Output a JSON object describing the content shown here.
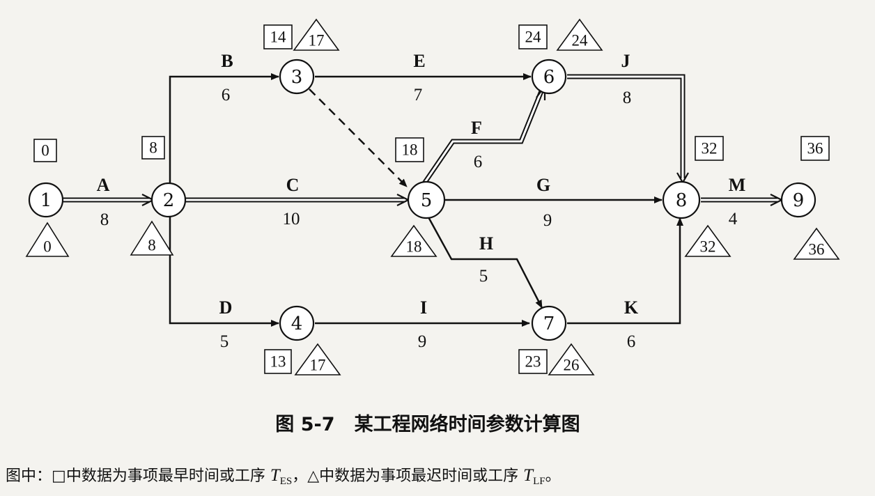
{
  "nodes": [
    {
      "id": "1",
      "label": "1",
      "es": "0",
      "lf": "0"
    },
    {
      "id": "2",
      "label": "2",
      "es": "8",
      "lf": "8"
    },
    {
      "id": "3",
      "label": "3",
      "es": "14",
      "lf": "17"
    },
    {
      "id": "4",
      "label": "4",
      "es": "13",
      "lf": "17"
    },
    {
      "id": "5",
      "label": "5",
      "es": "18",
      "lf": "18"
    },
    {
      "id": "6",
      "label": "6",
      "es": "24",
      "lf": "24"
    },
    {
      "id": "7",
      "label": "7",
      "es": "23",
      "lf": "26"
    },
    {
      "id": "8",
      "label": "8",
      "es": "32",
      "lf": "32"
    },
    {
      "id": "9",
      "label": "9",
      "es": "36",
      "lf": "36"
    }
  ],
  "activities": [
    {
      "name": "A",
      "duration": "8",
      "from": "1",
      "to": "2",
      "critical": true
    },
    {
      "name": "B",
      "duration": "6",
      "from": "2",
      "to": "3",
      "critical": false
    },
    {
      "name": "C",
      "duration": "10",
      "from": "2",
      "to": "5",
      "critical": true
    },
    {
      "name": "D",
      "duration": "5",
      "from": "2",
      "to": "4",
      "critical": false
    },
    {
      "name": "E",
      "duration": "7",
      "from": "3",
      "to": "6",
      "critical": false
    },
    {
      "name": "F",
      "duration": "6",
      "from": "5",
      "to": "6",
      "critical": true
    },
    {
      "name": "G",
      "duration": "9",
      "from": "5",
      "to": "8",
      "critical": false
    },
    {
      "name": "H",
      "duration": "5",
      "from": "5",
      "to": "7",
      "critical": false
    },
    {
      "name": "I",
      "duration": "9",
      "from": "4",
      "to": "7",
      "critical": false
    },
    {
      "name": "J",
      "duration": "8",
      "from": "6",
      "to": "8",
      "critical": true
    },
    {
      "name": "K",
      "duration": "6",
      "from": "7",
      "to": "8",
      "critical": false
    },
    {
      "name": "M",
      "duration": "4",
      "from": "8",
      "to": "9",
      "critical": true
    }
  ],
  "dummy_activities": [
    {
      "from": "3",
      "to": "5"
    }
  ],
  "caption": "图 5-7   某工程网络时间参数计算图",
  "note": {
    "prefix": "图中：",
    "square_symbol": "□",
    "middle1": "中数据为事项最早时间或工序 ",
    "t1": "T",
    "sub1": "ES",
    "sep": "，",
    "triangle_symbol": "△",
    "middle2": "中数据为事项最迟时间或工序 ",
    "t2": "T",
    "sub2": "LF",
    "end": "。"
  }
}
